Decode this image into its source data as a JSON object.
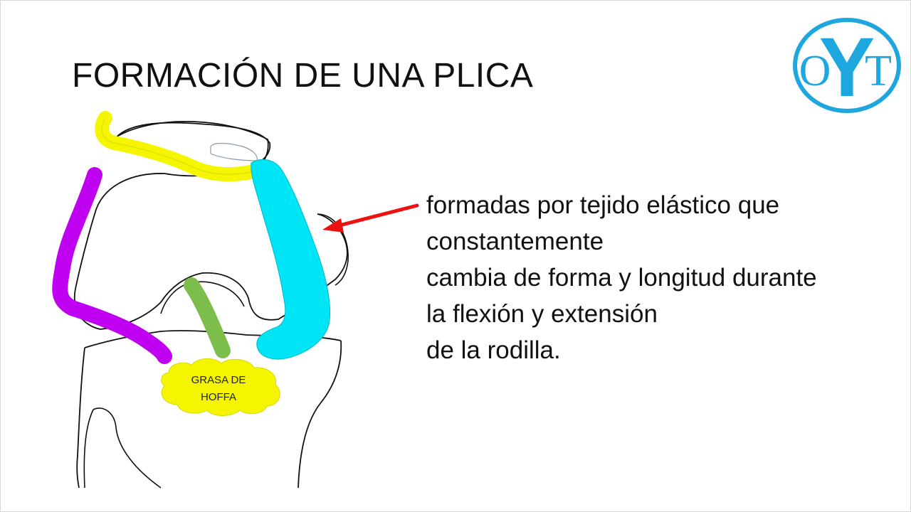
{
  "slide": {
    "title": "FORMACIÓN DE UNA PLICA",
    "logo": {
      "letters": [
        "O",
        "Y",
        "T"
      ],
      "color": "#1ea7df"
    },
    "diagram": {
      "label_fat": [
        "GRASA DE",
        "HOFFA"
      ],
      "colors": {
        "suprapatellar_band": "#f5f500",
        "medial_band": "#c000f0",
        "lateral_band": "#00e5f5",
        "infrapatellar_band": "#7dbd4c",
        "hoffa_fat": "#f5f500",
        "arrow": "#ee1111"
      }
    },
    "text_lines": [
      "formadas por tejido elástico que",
      "constantemente",
      "cambia de forma y longitud durante",
      "la flexión y extensión",
      "de la rodilla."
    ]
  }
}
